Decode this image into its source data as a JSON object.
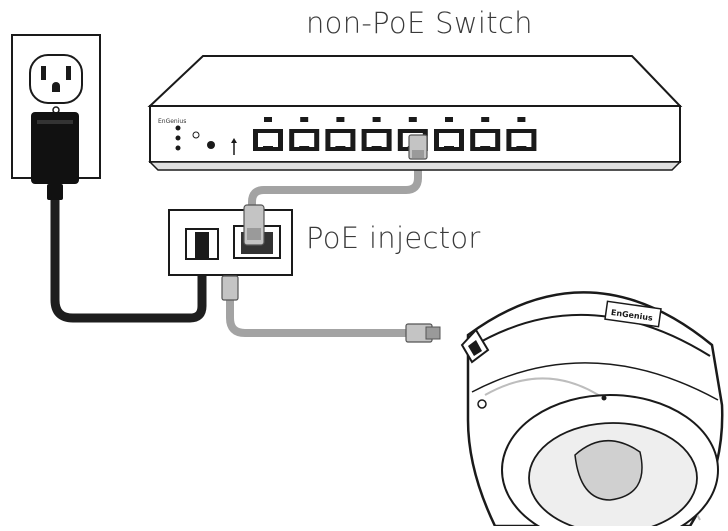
{
  "labels": {
    "switch": "non-PoE Switch",
    "injector": "PoE injector"
  },
  "device": {
    "brand": "EnGenius",
    "switch_port_count": 8,
    "switch_led_count": 3
  },
  "colors": {
    "outline": "#1a1a1a",
    "power_cable": "#1e1e1e",
    "ethernet_cable": "#a3a3a3",
    "device_face": "#ffffff",
    "shading": "#dedede"
  },
  "icons": [
    "wall-outlet-icon",
    "power-adapter-icon",
    "switch-icon",
    "poe-injector-icon",
    "dome-camera-icon",
    "rj45-plug-icon"
  ]
}
